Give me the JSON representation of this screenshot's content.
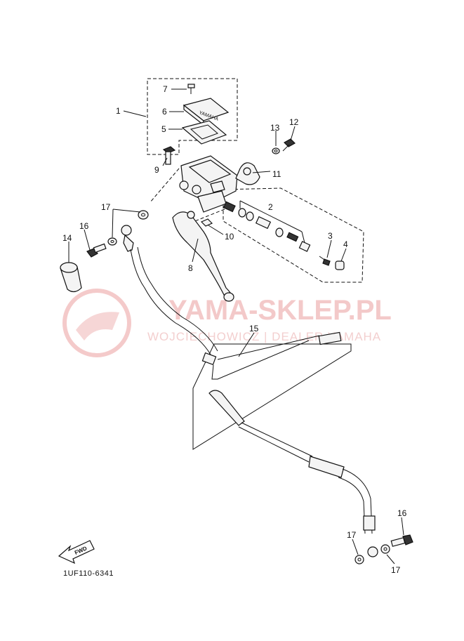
{
  "labels": {
    "l1": "1",
    "l2": "2",
    "l3": "3",
    "l4": "4",
    "l5": "5",
    "l6": "6",
    "l7": "7",
    "l8": "8",
    "l9": "9",
    "l10": "10",
    "l11": "11",
    "l12": "12",
    "l13": "13",
    "l14": "14",
    "l15": "15",
    "l16a": "16",
    "l16b": "16",
    "l17a": "17",
    "l17b": "17",
    "l17c": "17"
  },
  "diagram_code": "1UF110-6341",
  "fwd_label": "FWD",
  "watermark": {
    "title": "YAMA-SKLEP.PL",
    "subtitle": "WOJCIECHOWICZ | DEALER YAMAHA"
  }
}
